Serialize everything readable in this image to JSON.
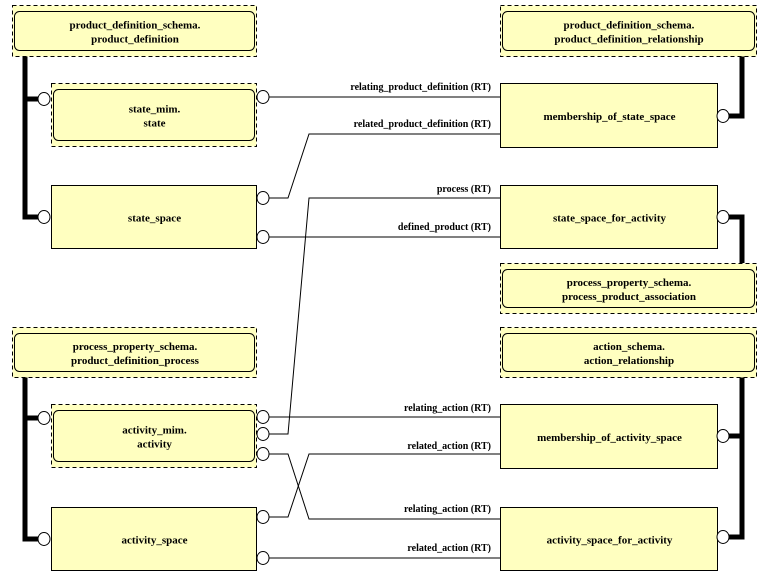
{
  "colors": {
    "box_fill": "#ffffc0",
    "stroke": "#000000",
    "background": "#ffffff"
  },
  "entities": [
    {
      "id": "pd",
      "kind": "external",
      "lines": [
        "product_definition_schema.",
        "product_definition"
      ]
    },
    {
      "id": "state",
      "kind": "external",
      "lines": [
        "state_mim.",
        "state"
      ]
    },
    {
      "id": "state_space",
      "kind": "entity",
      "lines": [
        "state_space"
      ]
    },
    {
      "id": "pdr",
      "kind": "external",
      "lines": [
        "product_definition_schema.",
        "product_definition_relationship"
      ]
    },
    {
      "id": "moss",
      "kind": "entity",
      "lines": [
        "membership_of_state_space"
      ]
    },
    {
      "id": "ssfa",
      "kind": "entity",
      "lines": [
        "state_space_for_activity"
      ]
    },
    {
      "id": "ppa",
      "kind": "external",
      "lines": [
        "process_property_schema.",
        "process_product_association"
      ]
    },
    {
      "id": "pdp",
      "kind": "external",
      "lines": [
        "process_property_schema.",
        "product_definition_process"
      ]
    },
    {
      "id": "activity",
      "kind": "external",
      "lines": [
        "activity_mim.",
        "activity"
      ]
    },
    {
      "id": "activity_space",
      "kind": "entity",
      "lines": [
        "activity_space"
      ]
    },
    {
      "id": "ar",
      "kind": "external",
      "lines": [
        "action_schema.",
        "action_relationship"
      ]
    },
    {
      "id": "moas",
      "kind": "entity",
      "lines": [
        "membership_of_activity_space"
      ]
    },
    {
      "id": "asfa",
      "kind": "entity",
      "lines": [
        "activity_space_for_activity"
      ]
    }
  ],
  "relationships": [
    {
      "label": "relating_product_definition (RT)",
      "from": "moss",
      "to": "state"
    },
    {
      "label": "related_product_definition (RT)",
      "from": "moss",
      "to": "state_space"
    },
    {
      "label": "process (RT)",
      "from": "ssfa",
      "to": "activity"
    },
    {
      "label": "defined_product (RT)",
      "from": "ssfa",
      "to": "state_space"
    },
    {
      "label": "relating_action (RT)",
      "from": "moas",
      "to": "activity"
    },
    {
      "label": "related_action (RT)",
      "from": "moas",
      "to": "activity_space"
    },
    {
      "label": "relating_action (RT)",
      "from": "asfa",
      "to": "activity"
    },
    {
      "label": "related_action (RT)",
      "from": "asfa",
      "to": "activity_space"
    }
  ],
  "subtypes": [
    {
      "supertype": "pd",
      "subtypes": [
        "state",
        "state_space"
      ]
    },
    {
      "supertype": "pdr",
      "subtypes": [
        "moss"
      ]
    },
    {
      "supertype": "ppa",
      "subtypes": [
        "ssfa"
      ]
    },
    {
      "supertype": "pdp",
      "subtypes": [
        "activity",
        "activity_space"
      ]
    },
    {
      "supertype": "ar",
      "subtypes": [
        "moas",
        "asfa"
      ]
    }
  ]
}
